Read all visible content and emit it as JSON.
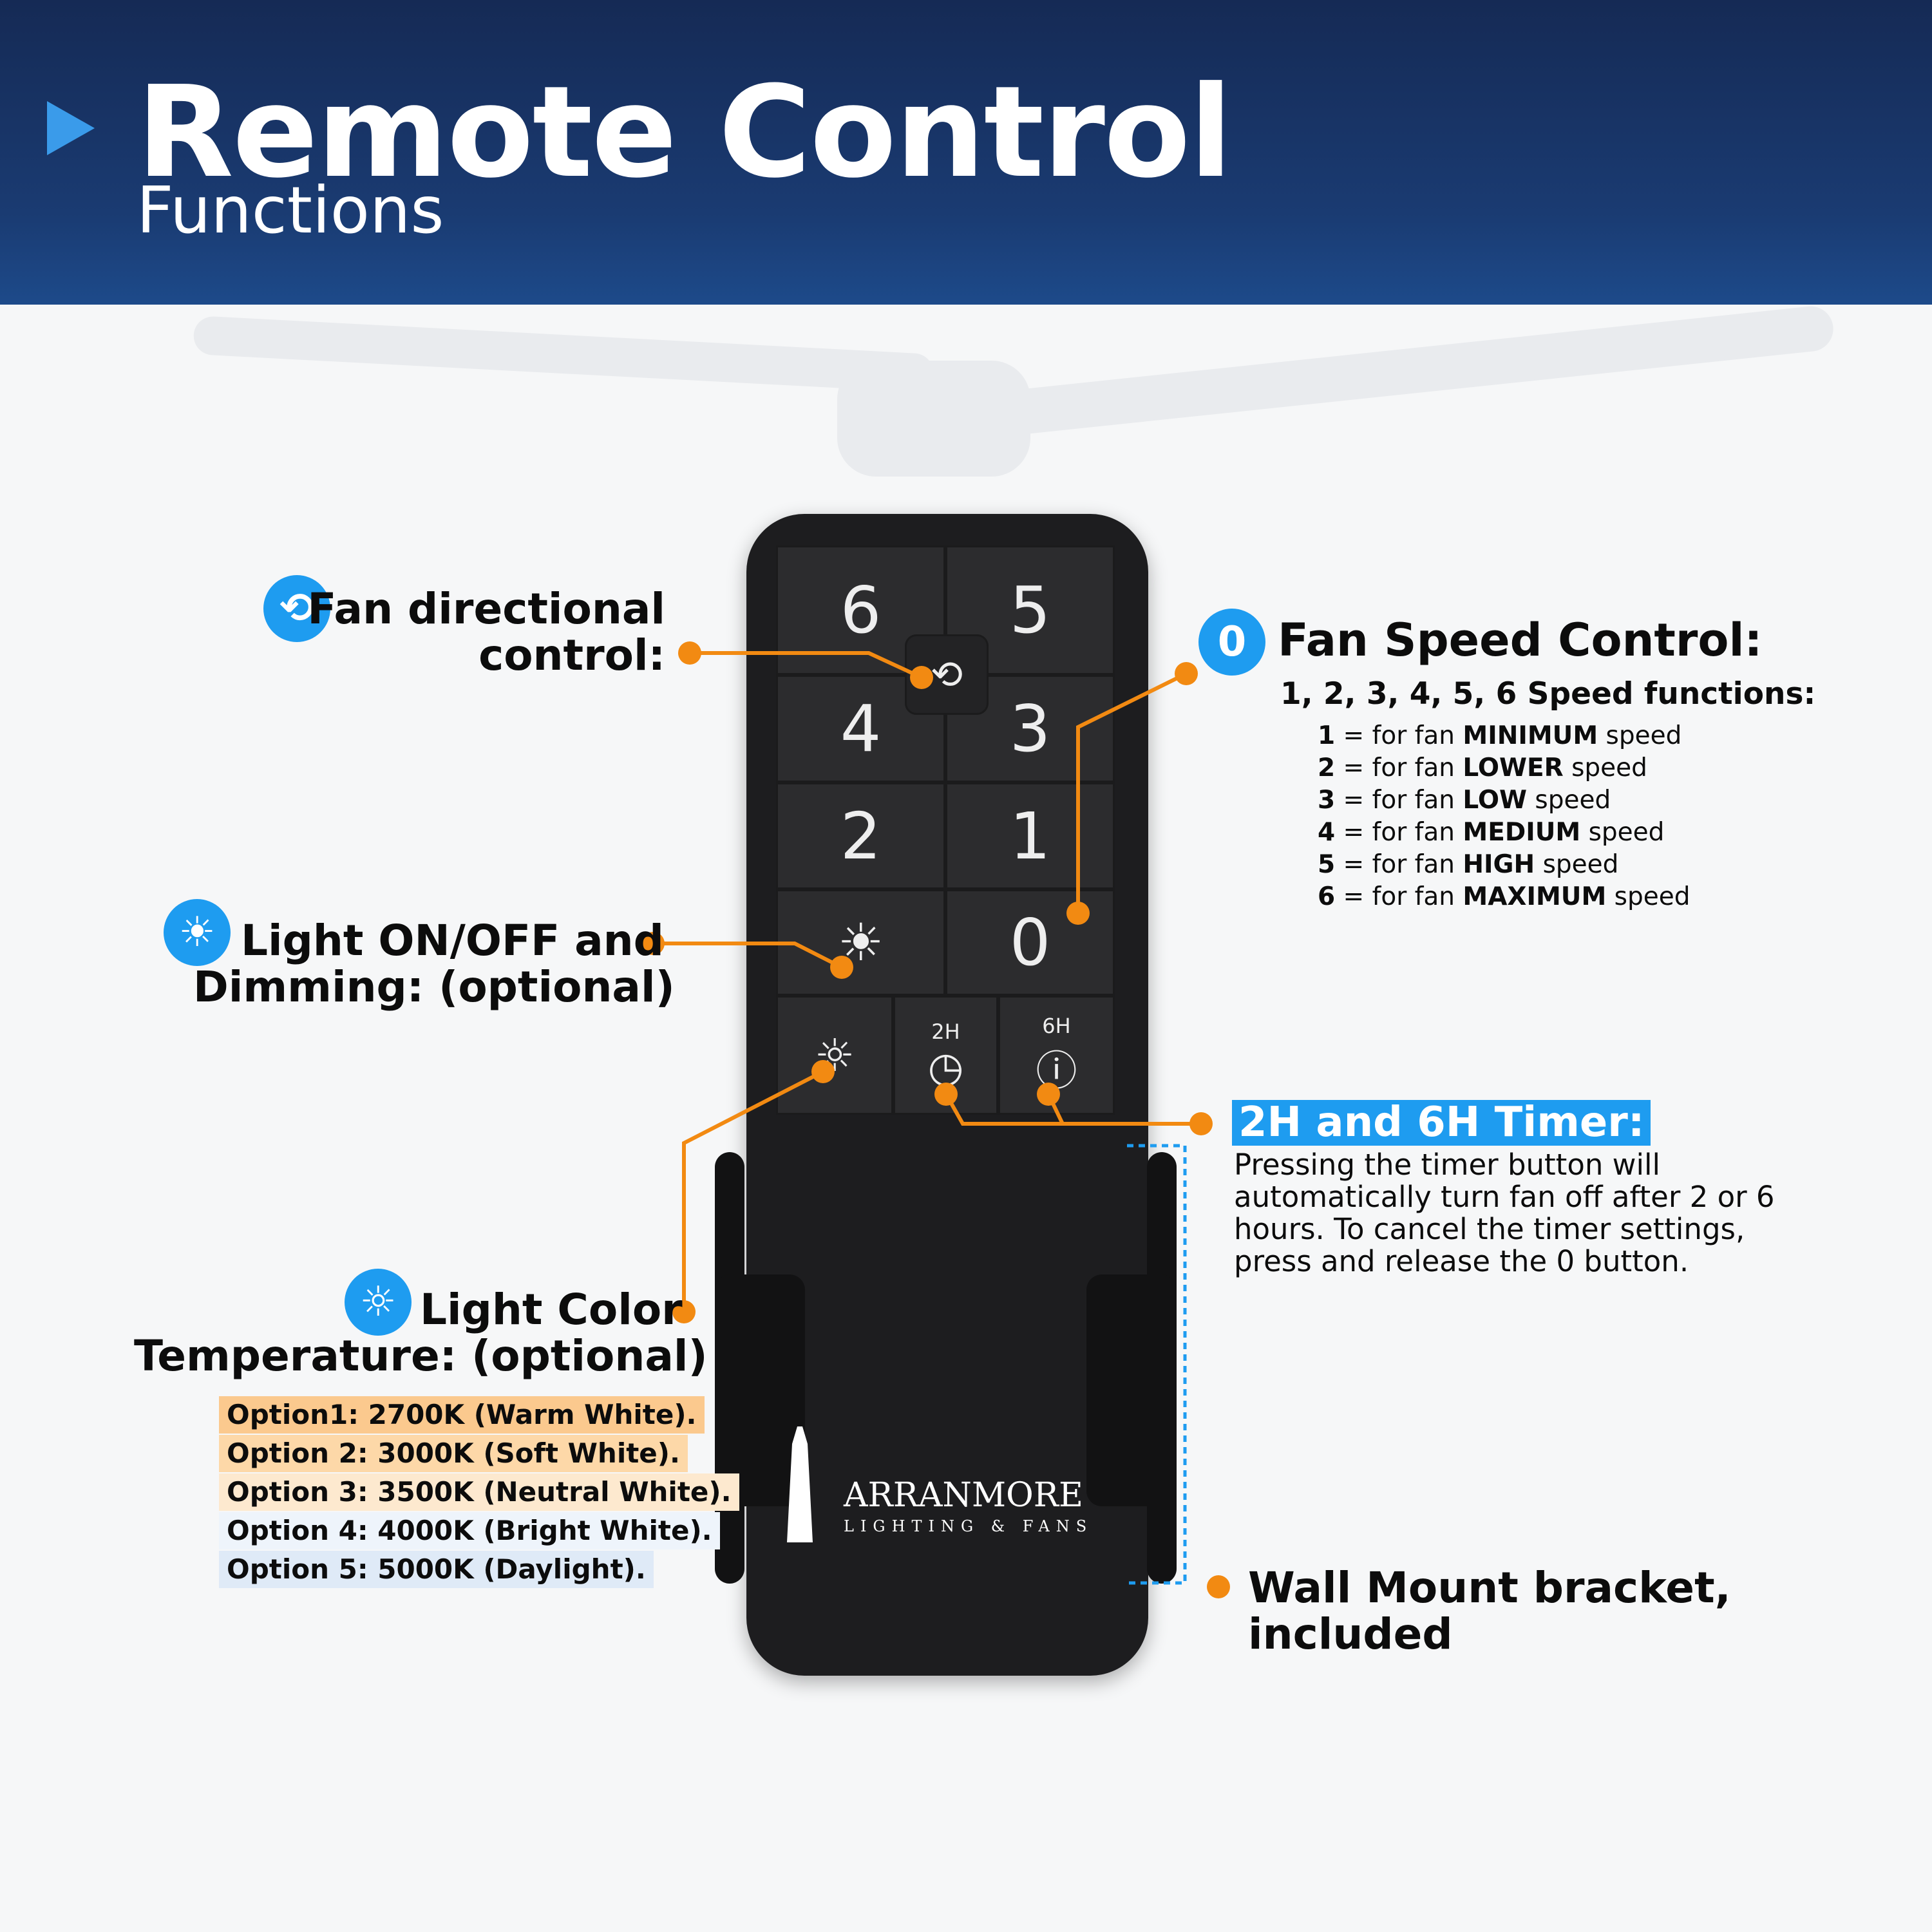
{
  "header": {
    "title": "Remote Control",
    "subtitle": "Functions",
    "triangle_icon": "play-triangle-icon"
  },
  "colors": {
    "header": "#152a55",
    "accent_blue": "#1e9cf0",
    "callout_orange": "#f28a12",
    "remote": "#1d1d1f"
  },
  "remote": {
    "keys": [
      "6",
      "5",
      "4",
      "3",
      "2",
      "1",
      "0"
    ],
    "timer_2h": "2H",
    "timer_6h": "6H",
    "brand": "ARRANMORE",
    "brand_sub": "LIGHTING & FANS"
  },
  "callouts": {
    "fan_direction": {
      "line1": "Fan directional",
      "line2": "control:",
      "icon": "fan-reverse-icon"
    },
    "light": {
      "line1": "Light ON/OFF and",
      "line2": "Dimming: (optional)",
      "icon": "light-bulb-icon"
    },
    "color_temp": {
      "line1": "Light Color",
      "line2": "Temperature: (optional)",
      "icon": "color-temp-bulb-icon",
      "options": [
        "Option1: 2700K (Warm White).",
        "Option 2: 3000K (Soft White).",
        "Option 3: 3500K (Neutral White).",
        "Option 4: 4000K (Bright White).",
        "Option 5: 5000K (Daylight)."
      ],
      "option_colors": [
        "#fbc98e",
        "#fdd8a8",
        "#fde9cf",
        "#eef4fb",
        "#dfeaf7"
      ]
    },
    "fan_speed": {
      "icon_text": "0",
      "title": "Fan Speed Control:",
      "subtitle": "1, 2, 3, 4, 5, 6 Speed functions:",
      "items": [
        {
          "num": "1",
          "pre": " = for fan ",
          "bold": "MINIMUM",
          "post": " speed"
        },
        {
          "num": "2",
          "pre": " = for fan ",
          "bold": "LOWER",
          "post": " speed"
        },
        {
          "num": "3",
          "pre": " = for fan ",
          "bold": "LOW",
          "post": " speed"
        },
        {
          "num": "4",
          "pre": " = for fan ",
          "bold": "MEDIUM",
          "post": " speed"
        },
        {
          "num": "5",
          "pre": " = for fan ",
          "bold": "HIGH",
          "post": " speed"
        },
        {
          "num": "6",
          "pre": " = for fan ",
          "bold": "MAXIMUM",
          "post": " speed"
        }
      ]
    },
    "timer": {
      "title": "2H and 6H Timer:",
      "lines": [
        "Pressing the timer button will",
        "automatically turn fan off after 2 or 6",
        "hours. To cancel the timer settings,",
        "press and release the 0 button."
      ]
    },
    "bracket": {
      "line1": "Wall Mount bracket,",
      "line2": "included"
    }
  }
}
